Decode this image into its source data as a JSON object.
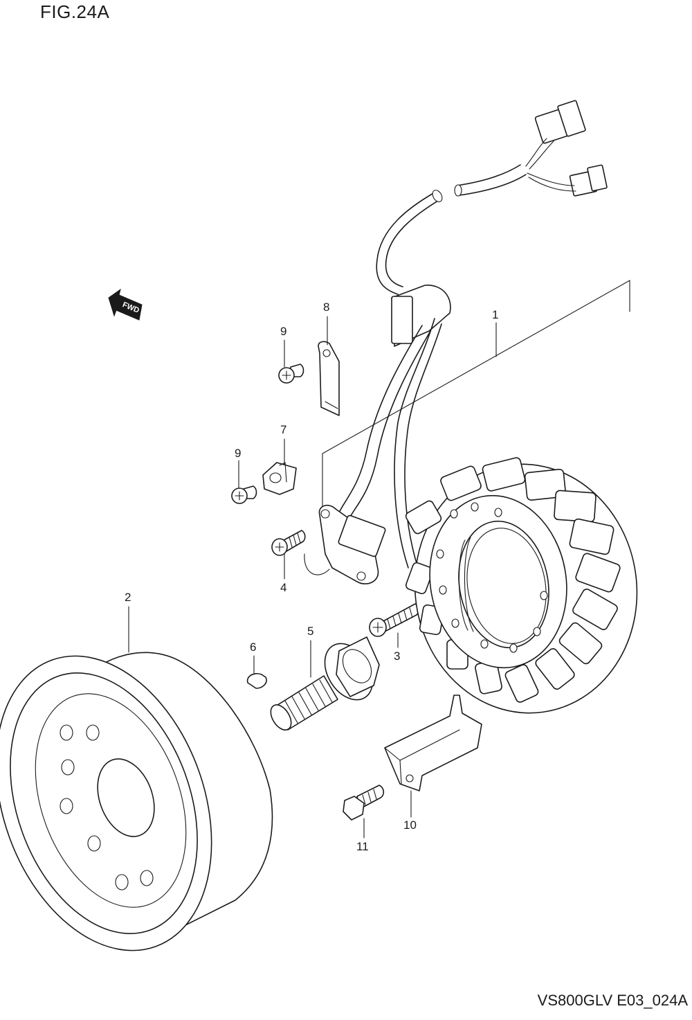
{
  "figure": {
    "title": "FIG.24A",
    "drawing_code": "VS800GLV E03_024A",
    "direction_marker": "FWD"
  },
  "callouts": [
    {
      "id": "1",
      "label": "1"
    },
    {
      "id": "2",
      "label": "2"
    },
    {
      "id": "3",
      "label": "3"
    },
    {
      "id": "4",
      "label": "4"
    },
    {
      "id": "5",
      "label": "5"
    },
    {
      "id": "6",
      "label": "6"
    },
    {
      "id": "7",
      "label": "7"
    },
    {
      "id": "8",
      "label": "8"
    },
    {
      "id": "9a",
      "label": "9"
    },
    {
      "id": "9b",
      "label": "9"
    },
    {
      "id": "10",
      "label": "10"
    },
    {
      "id": "11",
      "label": "11"
    }
  ]
}
